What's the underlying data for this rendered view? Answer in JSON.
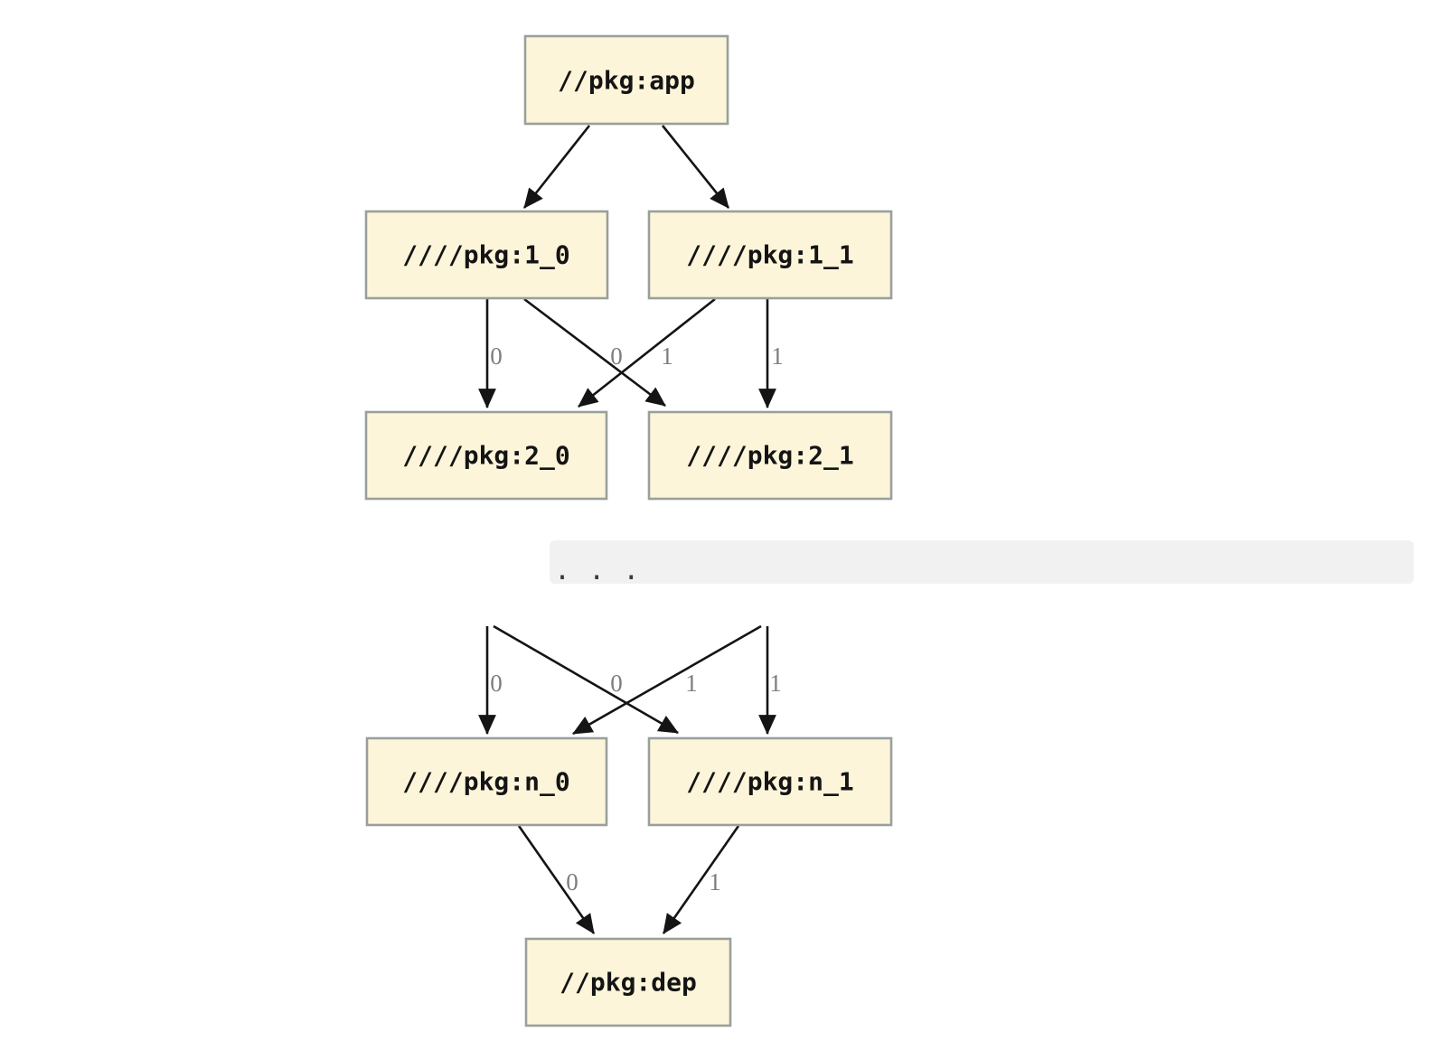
{
  "diagram": {
    "nodes": {
      "app": {
        "label": "//pkg:app"
      },
      "v1_0": {
        "label": "////pkg:1_0"
      },
      "v1_1": {
        "label": "////pkg:1_1"
      },
      "v2_0": {
        "label": "////pkg:2_0"
      },
      "v2_1": {
        "label": "////pkg:2_1"
      },
      "vn_0": {
        "label": "////pkg:n_0"
      },
      "vn_1": {
        "label": "////pkg:n_1"
      },
      "dep": {
        "label": "//pkg:dep"
      }
    },
    "ellipsis": ". . .",
    "edge_labels": {
      "level1_to_level2": [
        "0",
        "0",
        "1",
        "1"
      ],
      "hidden_to_leveln": [
        "0",
        "0",
        "1",
        "1"
      ],
      "leveln_to_dep": [
        "0",
        "1"
      ]
    },
    "colors": {
      "background": "#ffffff",
      "node_fill": "#fdf5da",
      "node_border": "#99a09c",
      "node_text": "#141414",
      "edge": "#141414",
      "edge_label": "#7d7d7d",
      "band_fill": "#f1f1f2",
      "band_text": "#3a3a3a"
    }
  }
}
